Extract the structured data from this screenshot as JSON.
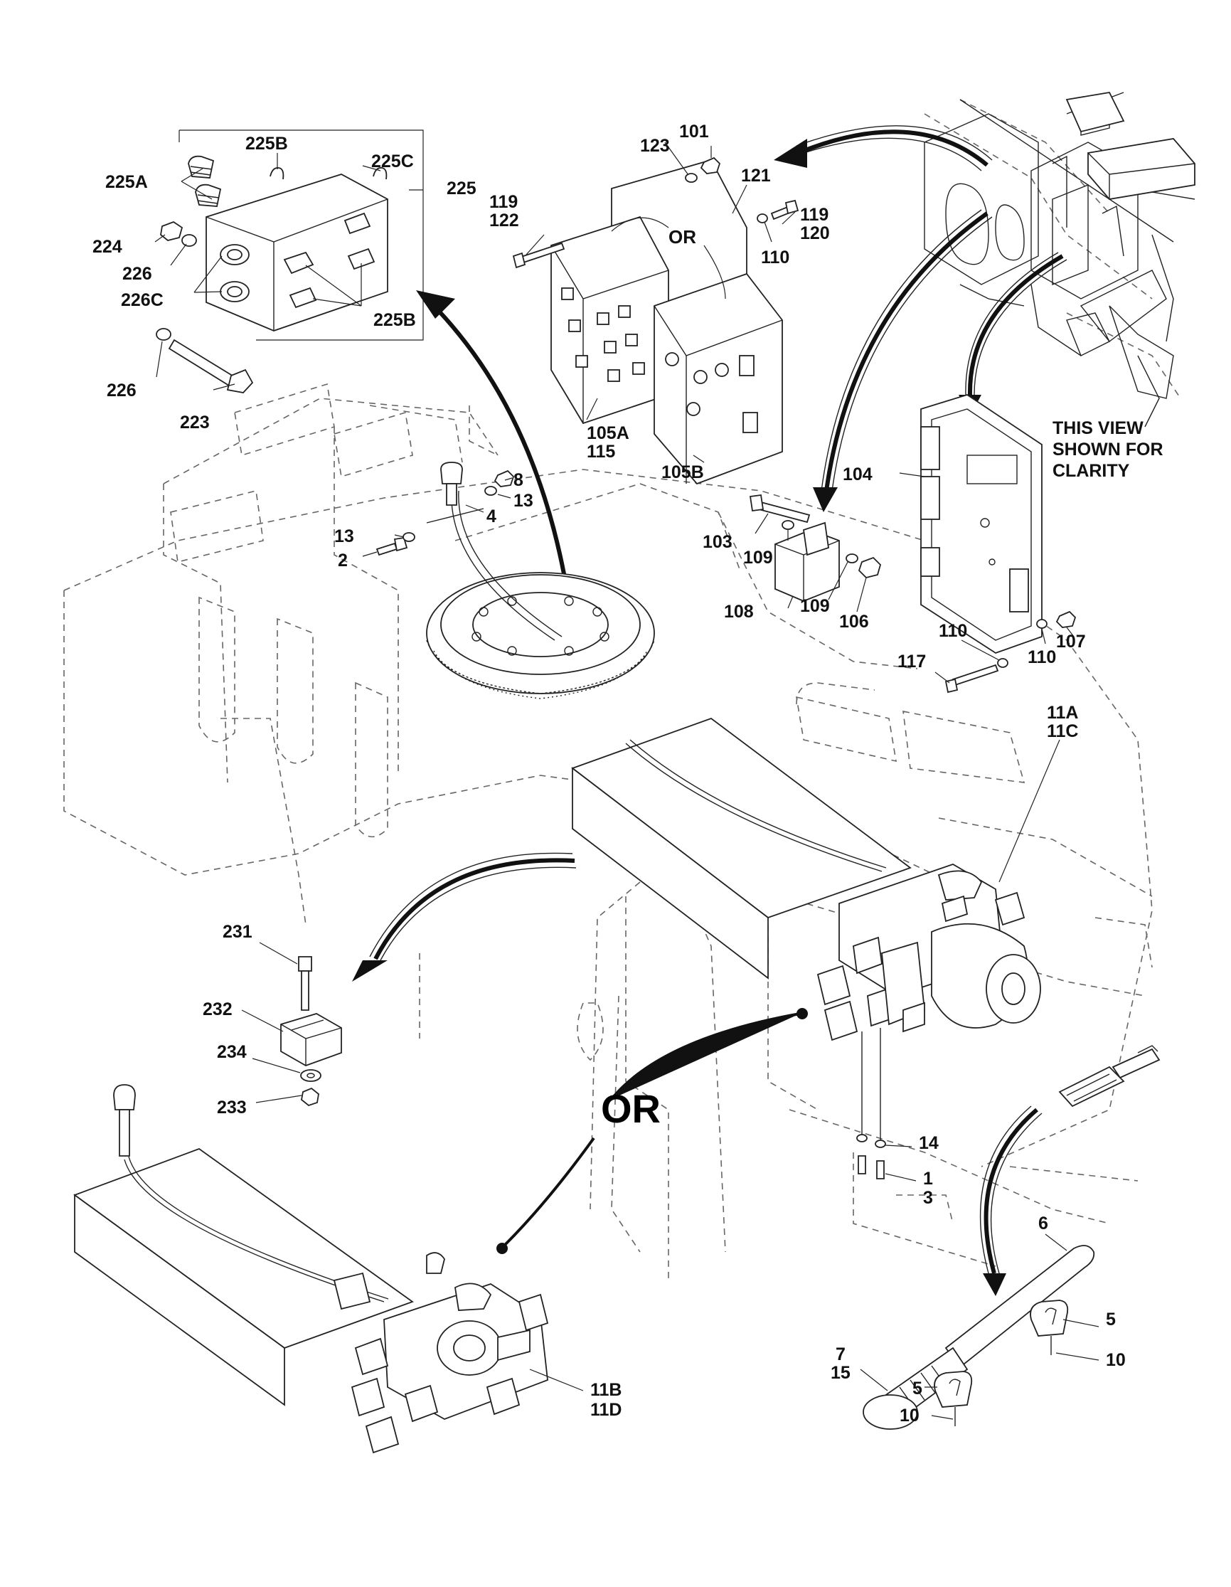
{
  "callouts": [
    {
      "id": "c225B_top",
      "text": "225B"
    },
    {
      "id": "c225A",
      "text": "225A"
    },
    {
      "id": "c225C",
      "text": "225C"
    },
    {
      "id": "c225",
      "text": "225"
    },
    {
      "id": "c224",
      "text": "224"
    },
    {
      "id": "c226_a",
      "text": "226"
    },
    {
      "id": "c226C",
      "text": "226C"
    },
    {
      "id": "c225B_bot",
      "text": "225B"
    },
    {
      "id": "c226_b",
      "text": "226"
    },
    {
      "id": "c223",
      "text": "223"
    },
    {
      "id": "c123",
      "text": "123"
    },
    {
      "id": "c101",
      "text": "101"
    },
    {
      "id": "c121",
      "text": "121"
    },
    {
      "id": "c119_a",
      "text": "119"
    },
    {
      "id": "c122",
      "text": "122"
    },
    {
      "id": "c119_b",
      "text": "119"
    },
    {
      "id": "c120",
      "text": "120"
    },
    {
      "id": "c110_a",
      "text": "110"
    },
    {
      "id": "c105A",
      "text": "105A"
    },
    {
      "id": "c115",
      "text": "115"
    },
    {
      "id": "c105B",
      "text": "105B"
    },
    {
      "id": "c104",
      "text": "104"
    },
    {
      "id": "c8",
      "text": "8"
    },
    {
      "id": "c13_a",
      "text": "13"
    },
    {
      "id": "c4",
      "text": "4"
    },
    {
      "id": "c13_b",
      "text": "13"
    },
    {
      "id": "c2",
      "text": "2"
    },
    {
      "id": "c103",
      "text": "103"
    },
    {
      "id": "c109_a",
      "text": "109"
    },
    {
      "id": "c108",
      "text": "108"
    },
    {
      "id": "c109_b",
      "text": "109"
    },
    {
      "id": "c106",
      "text": "106"
    },
    {
      "id": "c110_b",
      "text": "110"
    },
    {
      "id": "c107",
      "text": "107"
    },
    {
      "id": "c117",
      "text": "117"
    },
    {
      "id": "c110_c",
      "text": "110"
    },
    {
      "id": "c11A",
      "text": "11A"
    },
    {
      "id": "c11C",
      "text": "11C"
    },
    {
      "id": "c231",
      "text": "231"
    },
    {
      "id": "c232",
      "text": "232"
    },
    {
      "id": "c234",
      "text": "234"
    },
    {
      "id": "c233",
      "text": "233"
    },
    {
      "id": "c14",
      "text": "14"
    },
    {
      "id": "c1",
      "text": "1"
    },
    {
      "id": "c3",
      "text": "3"
    },
    {
      "id": "c6",
      "text": "6"
    },
    {
      "id": "c7",
      "text": "7"
    },
    {
      "id": "c15",
      "text": "15"
    },
    {
      "id": "c5_a",
      "text": "5"
    },
    {
      "id": "c10_a",
      "text": "10"
    },
    {
      "id": "c5_b",
      "text": "5"
    },
    {
      "id": "c10_b",
      "text": "10"
    },
    {
      "id": "c11B",
      "text": "11B"
    },
    {
      "id": "c11D",
      "text": "11D"
    }
  ],
  "notes": {
    "or_small": "OR",
    "or_large": "OR",
    "view_note_line1": "THIS VIEW",
    "view_note_line2": "SHOWN FOR",
    "view_note_line3": "CLARITY"
  }
}
